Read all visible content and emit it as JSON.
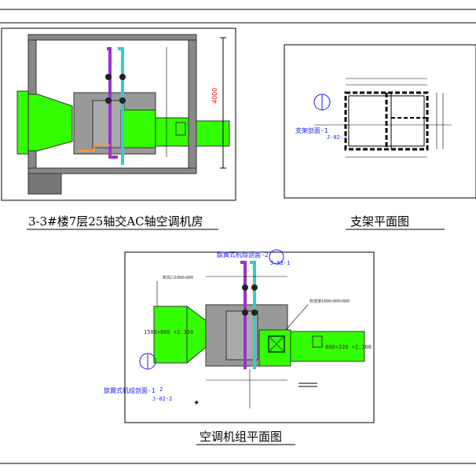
{
  "colors": {
    "equipment_green": "#33ff00",
    "equipment_gray": "#999999",
    "frame_gray": "#888888",
    "pipe_purple": "#9933cc",
    "pipe_cyan": "#33cccc",
    "pipe_orange": "#ff9933",
    "annotation_blue": "#1a1aff",
    "line_black": "#000000"
  },
  "views": {
    "elevation": {
      "title": "3-3#楼7层25轴交AC轴空调机房",
      "dimension_label": "4000"
    },
    "support_plan": {
      "title": "支架平面图",
      "section_callout": "支架剖面-1",
      "sheet_ref": "J-02-3"
    },
    "unit_plan": {
      "title": "空调机组平面图",
      "callout_top": "旋翼式机组剖面-2",
      "callout_top_ref": "J-02-1",
      "callout_bottom": "旋翼式机组剖面-1",
      "callout_bottom_num": "2",
      "callout_bottom_ref": "J-02-2",
      "left_duct_label": "1500×800 +2.330",
      "right_duct_label": "800×320 +2.300",
      "left_note": "新风口1000×800",
      "right_note": "软连接1000×800×800"
    }
  }
}
